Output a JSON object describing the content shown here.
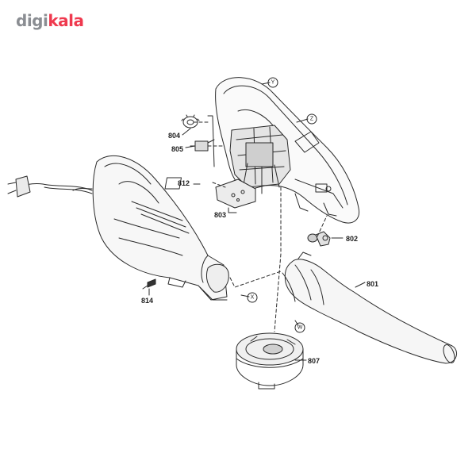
{
  "brand": {
    "prefix": "digi",
    "suffix": "kala"
  },
  "parts": [
    "801",
    "802",
    "803",
    "804",
    "805",
    "807",
    "812",
    "814"
  ],
  "labels": {
    "p804": "804",
    "p805": "805",
    "p812": "812",
    "p803": "803",
    "p802": "802",
    "p801": "801",
    "p807": "807",
    "p814": "814"
  },
  "reference_marks": {
    "y": "Y",
    "z": "Z",
    "x": "X",
    "w": "W"
  },
  "colors": {
    "line": "#2a2a2a",
    "shade": "#d8d8d8",
    "brand_gray": "#8a8d92",
    "brand_red": "#ef394e"
  }
}
